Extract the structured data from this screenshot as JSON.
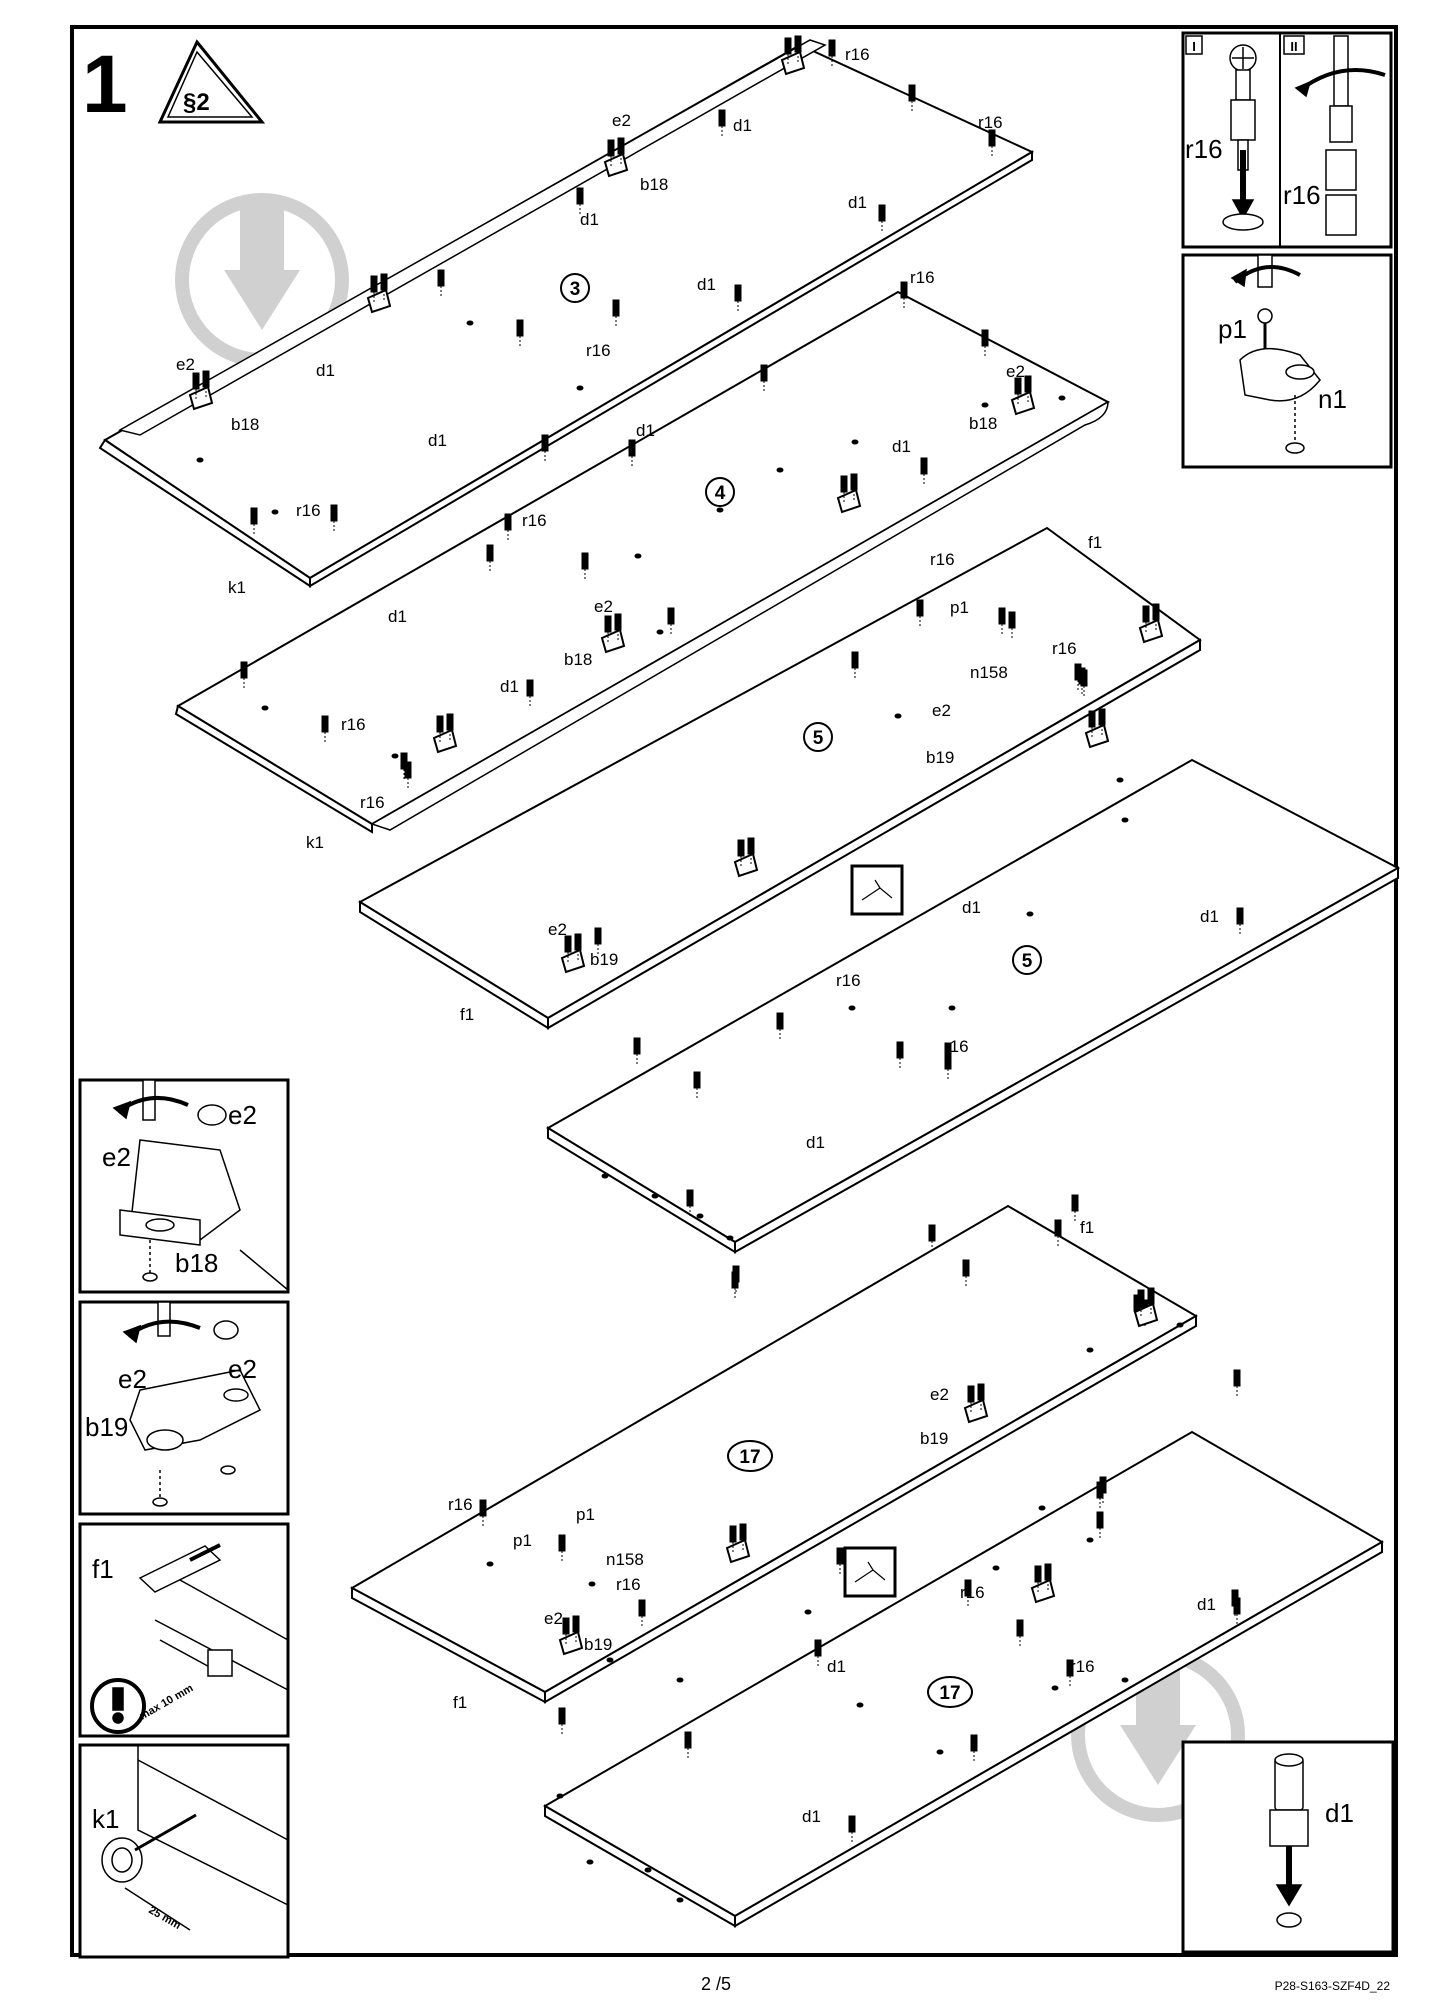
{
  "step": {
    "number": "1",
    "warning": "§2"
  },
  "labels": {
    "r16": "r16",
    "d1": "d1",
    "e2": "e2",
    "b18": "b18",
    "b19": "b19",
    "k1": "k1",
    "f1": "f1",
    "p1": "p1",
    "n1": "n1",
    "n158": "n158",
    "roman1": "I",
    "roman2": "II",
    "max10": "max 10 mm",
    "mm25": "25 mm"
  },
  "parts": {
    "p3": "3",
    "p4": "4",
    "p5a": "5",
    "p5b": "5",
    "p17a": "17",
    "p17b": "17"
  },
  "footer": {
    "page": "2 /5",
    "code": "P28-S163-SZF4D_22"
  }
}
